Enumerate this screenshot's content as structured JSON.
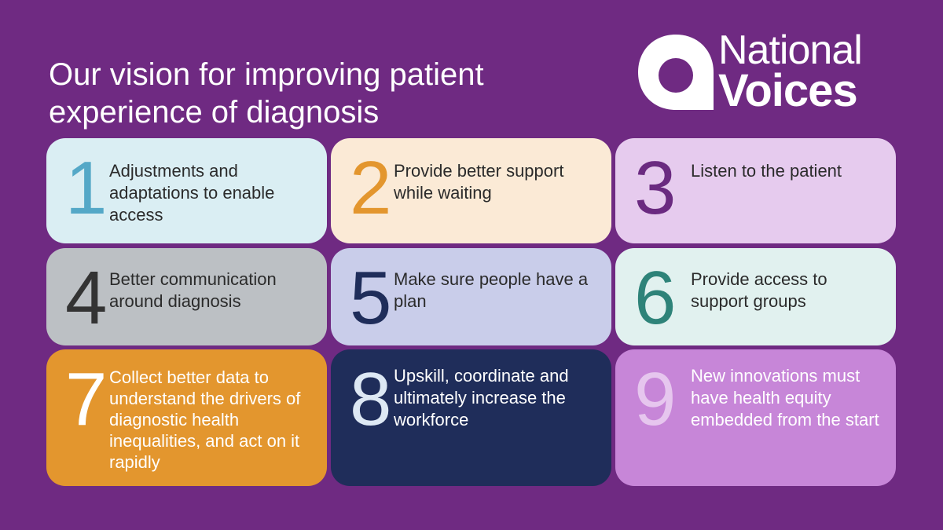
{
  "title": "Our vision for improving patient experience of diagnosis",
  "logo": {
    "line1": "National",
    "line2": "Voices"
  },
  "items": [
    {
      "number": "1",
      "text": "Adjustments and adaptations to enable access",
      "bg": "#daeef3",
      "num_color": "#54a8c7",
      "text_color": "#2b2b2b"
    },
    {
      "number": "2",
      "text": "Provide better support while waiting",
      "bg": "#fbead6",
      "num_color": "#e3962e",
      "text_color": "#2b2b2b"
    },
    {
      "number": "3",
      "text": "Listen to the patient",
      "bg": "#e6cbee",
      "num_color": "#6a2a80",
      "text_color": "#2b2b2b"
    },
    {
      "number": "4",
      "text": "Better communication around diagnosis",
      "bg": "#bcc0c4",
      "num_color": "#333333",
      "text_color": "#2b2b2b"
    },
    {
      "number": "5",
      "text": "Make sure people have a plan",
      "bg": "#c9cdea",
      "num_color": "#1f2d5a",
      "text_color": "#2b2b2b"
    },
    {
      "number": "6",
      "text": "Provide access to support groups",
      "bg": "#e1f1ef",
      "num_color": "#2e8379",
      "text_color": "#2b2b2b"
    },
    {
      "number": "7",
      "text": "Collect better data to understand the drivers of diagnostic health inequalities, and act on it rapidly",
      "bg": "#e3962e",
      "num_color": "#ffffff",
      "text_color": "#ffffff"
    },
    {
      "number": "8",
      "text": "Upskill, coordinate and ultimately increase the workforce",
      "bg": "#1f2d5a",
      "num_color": "#dde8f4",
      "text_color": "#ffffff"
    },
    {
      "number": "9",
      "text": "New innovations must have health equity embedded from the start",
      "bg": "#c786d8",
      "num_color": "#e6c6ee",
      "text_color": "#ffffff"
    }
  ]
}
